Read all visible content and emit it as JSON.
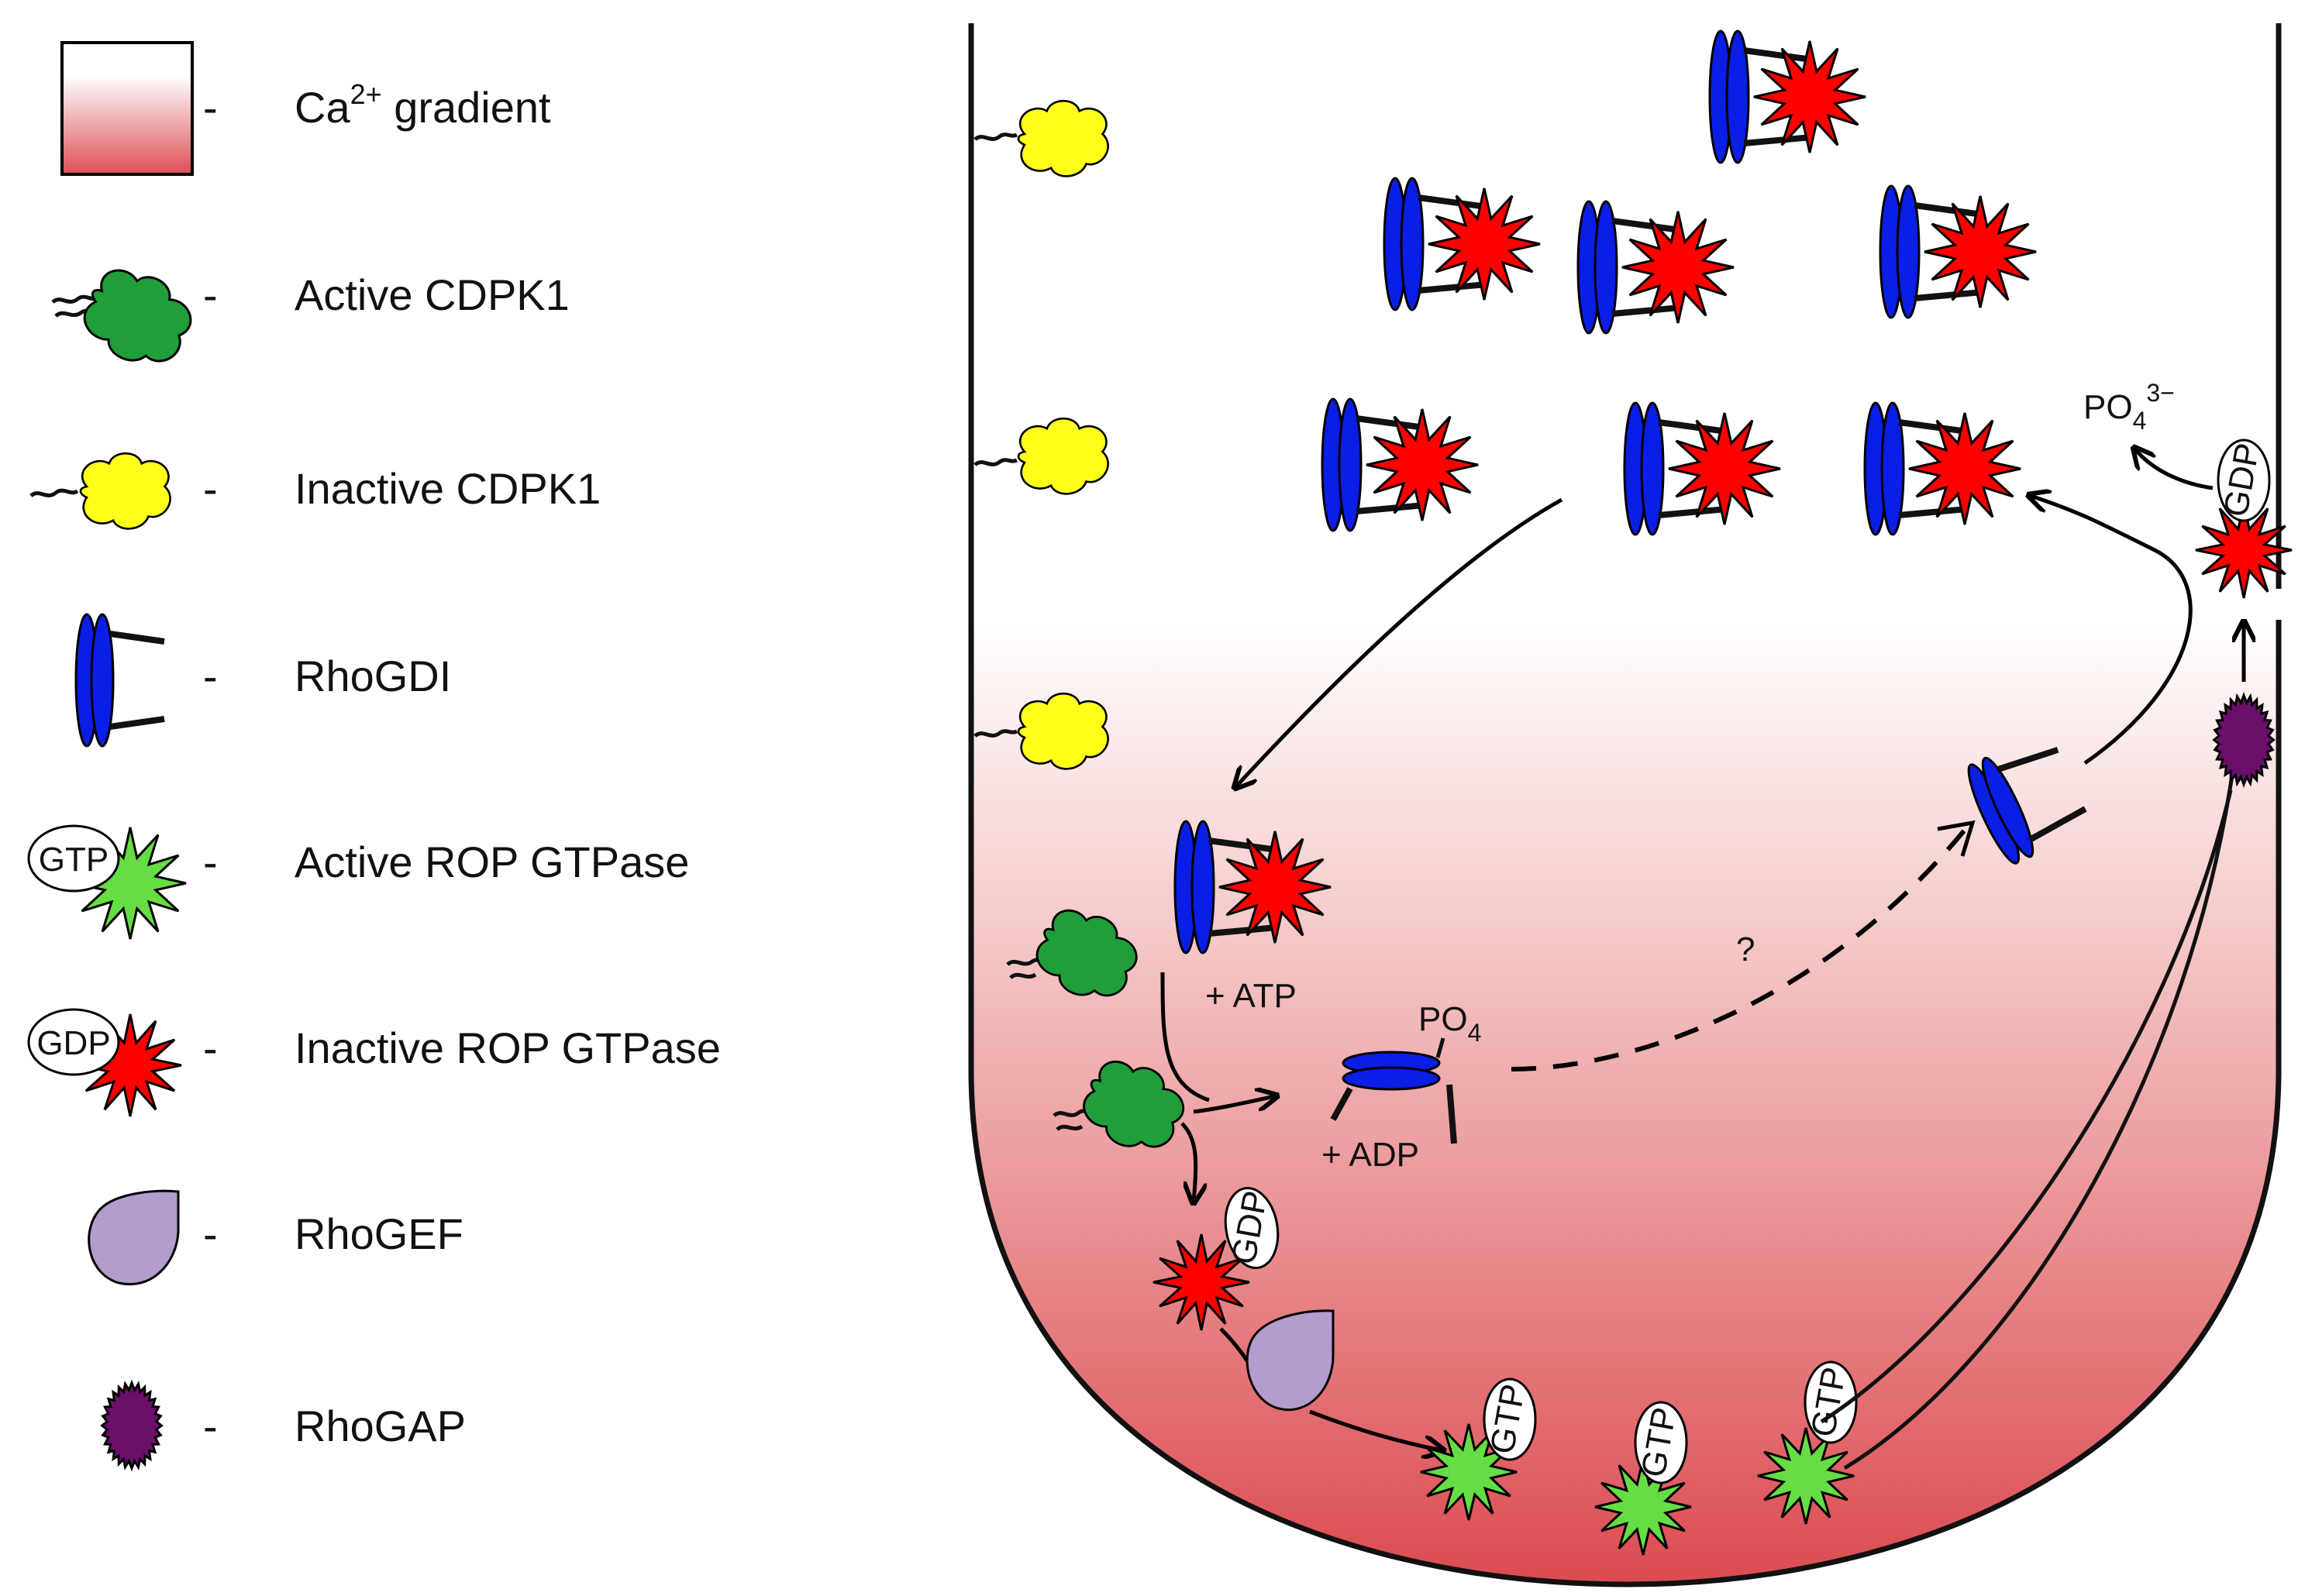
{
  "legend": {
    "dash": "-",
    "items": [
      {
        "key": "ca",
        "label_main": "Ca",
        "label_sup": "2+",
        "label_rest": " gradient"
      },
      {
        "key": "active_cdpk1",
        "label": "Active CDPK1"
      },
      {
        "key": "inactive_cdpk1",
        "label": "Inactive  CDPK1"
      },
      {
        "key": "rhogdi",
        "label": "RhoGDI"
      },
      {
        "key": "active_rop",
        "label": "Active ROP GTPase",
        "tag": "GTP"
      },
      {
        "key": "inactive_rop",
        "label": "Inactive ROP GTPase",
        "tag": "GDP"
      },
      {
        "key": "rhogef",
        "label": "RhoGEF"
      },
      {
        "key": "rhogap",
        "label": "RhoGAP"
      }
    ]
  },
  "diagram": {
    "atp_label": "+ ATP",
    "adp_label": "+ ADP",
    "po4_main": "PO",
    "po4_sub": "4",
    "po4_released_sub": "4",
    "po4_released_sup": "3−",
    "question": "?",
    "gdp_tag": "GDP",
    "gtp_tag": "GTP"
  },
  "colors": {
    "ca_gradient_top": "#ffffff",
    "ca_gradient_bottom": "#dd4f55",
    "cdpk_active": "#1f9e3a",
    "cdpk_inactive": "#ffff1a",
    "rhogdi": "#0a1ee6",
    "rop_inactive": "#ff0000",
    "rop_active": "#66dd44",
    "rhogef": "#b39dcc",
    "rhogap": "#6b0f6b"
  }
}
